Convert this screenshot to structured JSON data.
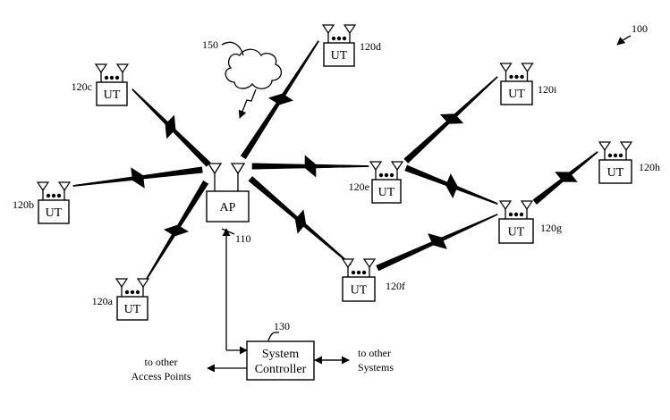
{
  "figure_ref": "100",
  "access_point": {
    "label": "AP",
    "ref": "110"
  },
  "cloud_ref": "150",
  "terminals": [
    {
      "id": "a",
      "label": "UT",
      "ref": "120a"
    },
    {
      "id": "b",
      "label": "UT",
      "ref": "120b"
    },
    {
      "id": "c",
      "label": "UT",
      "ref": "120c"
    },
    {
      "id": "d",
      "label": "UT",
      "ref": "120d"
    },
    {
      "id": "e",
      "label": "UT",
      "ref": "120e"
    },
    {
      "id": "f",
      "label": "UT",
      "ref": "120f"
    },
    {
      "id": "g",
      "label": "UT",
      "ref": "120g"
    },
    {
      "id": "h",
      "label": "UT",
      "ref": "120h"
    },
    {
      "id": "i",
      "label": "UT",
      "ref": "120i"
    }
  ],
  "system_controller": {
    "line1": "System",
    "line2": "Controller",
    "ref": "130"
  },
  "left_note": {
    "line1": "to other",
    "line2": "Access Points"
  },
  "right_note": {
    "line1": "to other",
    "line2": "Systems"
  }
}
